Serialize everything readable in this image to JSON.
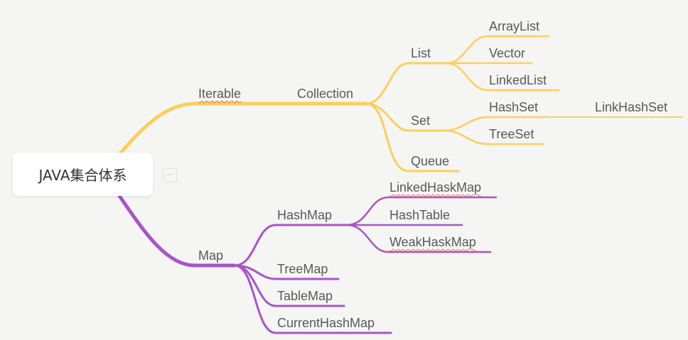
{
  "root": {
    "label": "JAVA集合体系"
  },
  "colors": {
    "collection_branch": "#fbcf5a",
    "map_branch": "#a954c6",
    "text": "#595959"
  },
  "collapse_icon": "minus-box-icon",
  "collection": {
    "iterable": "Iterable",
    "collection": "Collection",
    "list": {
      "label": "List",
      "items": [
        "ArrayList",
        "Vector",
        "LinkedList"
      ]
    },
    "set": {
      "label": "Set",
      "hashset": "HashSet",
      "linkhashset": "LinkHashSet",
      "treeset": "TreeSet"
    },
    "queue": "Queue"
  },
  "map": {
    "label": "Map",
    "hashmap": {
      "label": "HashMap",
      "items": [
        "LinkedHaskMap",
        "HashTable",
        "WeakHaskMap"
      ]
    },
    "children": [
      "TreeMap",
      "TableMap",
      "CurrentHashMap"
    ]
  }
}
